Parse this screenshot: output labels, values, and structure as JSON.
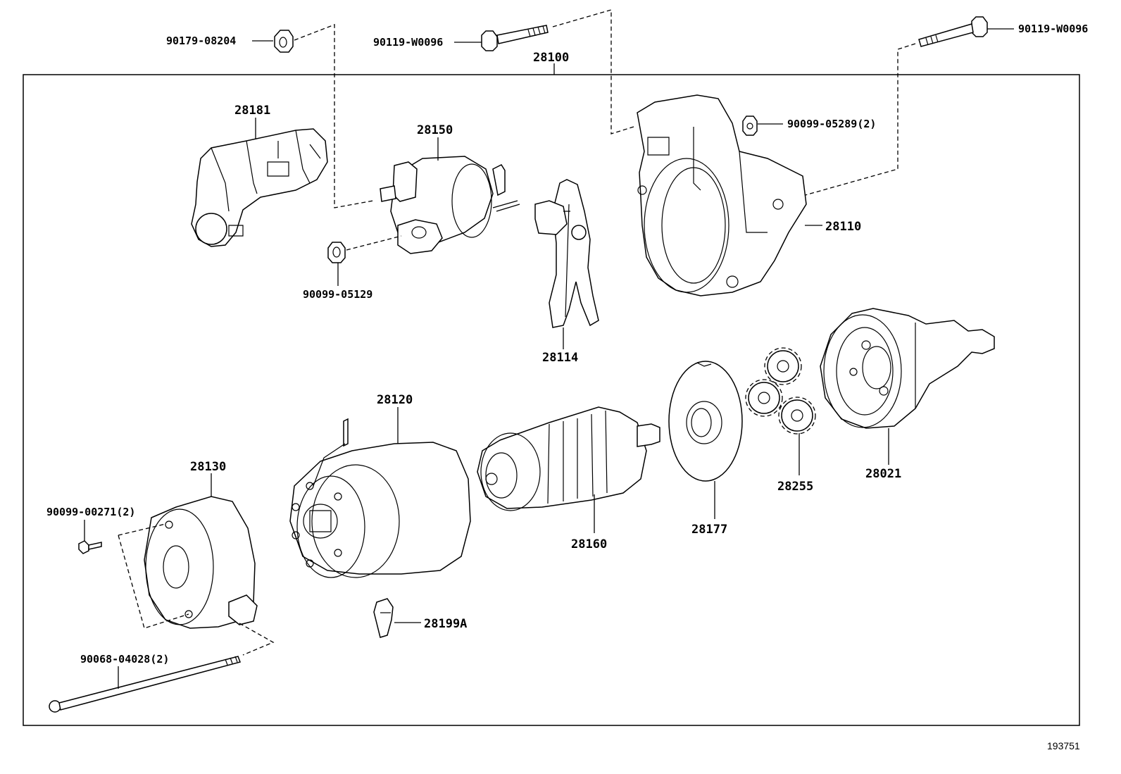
{
  "diagram": {
    "assembly_number": "28100",
    "reference_number": "193751",
    "parts": [
      {
        "id": "p90179",
        "label": "90179-08204"
      },
      {
        "id": "p90119a",
        "label": "90119-W0096"
      },
      {
        "id": "p90119b",
        "label": "90119-W0096"
      },
      {
        "id": "p28181",
        "label": "28181"
      },
      {
        "id": "p28150",
        "label": "28150"
      },
      {
        "id": "p90099_05129",
        "label": "90099-05129"
      },
      {
        "id": "p90099_05289",
        "label": "90099-05289(2)"
      },
      {
        "id": "p28110",
        "label": "28110"
      },
      {
        "id": "p28114",
        "label": "28114"
      },
      {
        "id": "p28120",
        "label": "28120"
      },
      {
        "id": "p28130",
        "label": "28130"
      },
      {
        "id": "p90099_00271",
        "label": "90099-00271(2)"
      },
      {
        "id": "p28160",
        "label": "28160"
      },
      {
        "id": "p28177",
        "label": "28177"
      },
      {
        "id": "p28255",
        "label": "28255"
      },
      {
        "id": "p28021",
        "label": "28021"
      },
      {
        "id": "p28199A",
        "label": "28199A"
      },
      {
        "id": "p90068",
        "label": "90068-04028(2)"
      }
    ]
  }
}
